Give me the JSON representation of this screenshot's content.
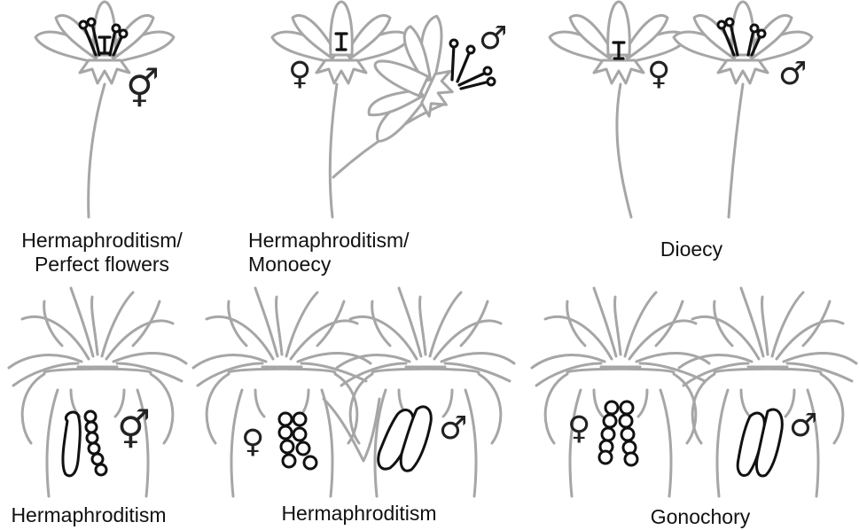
{
  "captions": {
    "plant_perfect": [
      "Hermaphroditism/",
      "Perfect flowers"
    ],
    "plant_monoecy": [
      "Hermaphroditism/",
      "Monoecy"
    ],
    "plant_dioecy": "Dioecy",
    "animal_herm1": "Hermaphroditism",
    "animal_herm2": "Hermaphroditism",
    "animal_gonochory": "Gonochory"
  },
  "symbols": {
    "female": "♀",
    "male": "♂",
    "hermaphrodite": "⚥"
  },
  "colors": {
    "outline_grey": "#a6a6a6",
    "organ_black": "#111111"
  }
}
